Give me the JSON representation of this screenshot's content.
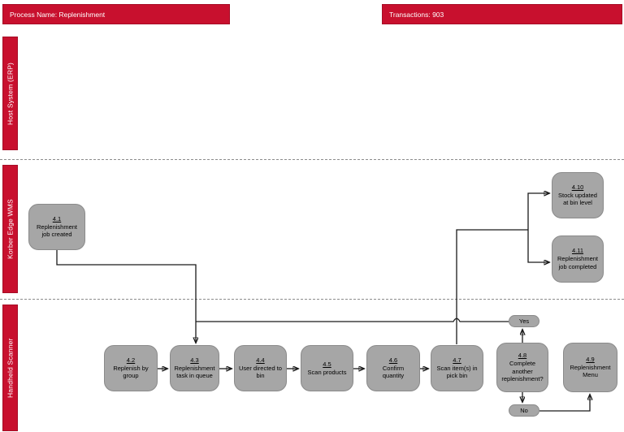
{
  "title_bars": {
    "process_name": "Process Name: Replenishment",
    "transactions": "Transactions: 903"
  },
  "lanes": [
    {
      "label": "Host System (ERP)"
    },
    {
      "label": "Korber Edge WMS"
    },
    {
      "label": "Handheld Scanner"
    }
  ],
  "nodes": [
    {
      "number": "4.1",
      "label": "Replenishment\njob created"
    },
    {
      "number": "4.2",
      "label": "Replenish by\ngroup"
    },
    {
      "number": "4.3",
      "label": "Replenishment\ntask in queue"
    },
    {
      "number": "4.4",
      "label": "User directed to\nbin"
    },
    {
      "number": "4.5",
      "label": "Scan products"
    },
    {
      "number": "4.6",
      "label": "Confirm\nquantity"
    },
    {
      "number": "4.7",
      "label": "Scan item(s) in\npick bin"
    },
    {
      "number": "4.8",
      "label": "Complete\nanother\nreplenishment?"
    },
    {
      "number": "4.9",
      "label": "Replenishment\nMenu"
    },
    {
      "number": "4.10",
      "label": "Stock updated\nat bin level"
    },
    {
      "number": "4.11",
      "label": "Replenishment\njob completed"
    }
  ],
  "decision_labels": {
    "yes": "Yes",
    "no": "No"
  },
  "colors": {
    "brand_red": "#c8102e",
    "node_gray": "#a6a6a6",
    "node_border": "#8a8a8a",
    "connector": "#1a1a1a"
  }
}
